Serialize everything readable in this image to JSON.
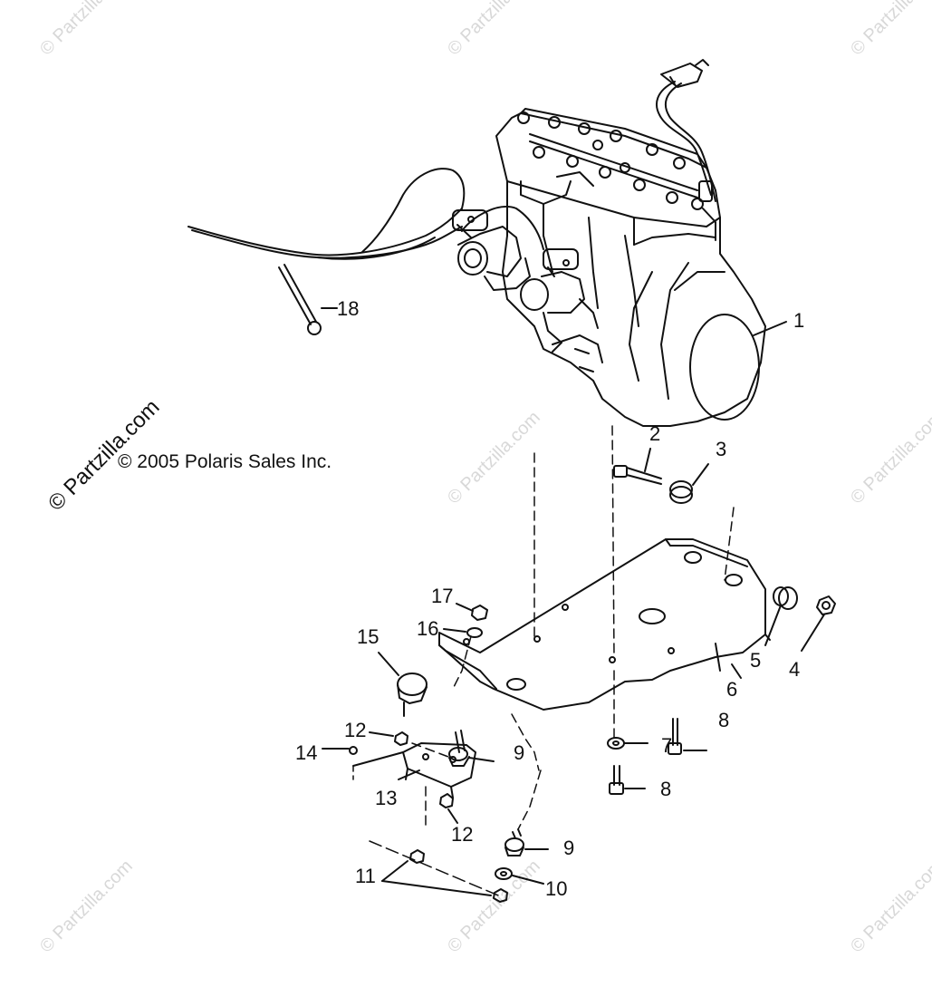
{
  "copyright": "© 2005 Polaris Sales Inc.",
  "watermark": "© Partzilla.com",
  "site_watermark": "© Partzilla.com",
  "callouts": {
    "c1": "1",
    "c2": "2",
    "c3": "3",
    "c4": "4",
    "c5": "5",
    "c6": "6",
    "c7": "7",
    "c8a": "8",
    "c8b": "8",
    "c9a": "9",
    "c9b": "9",
    "c10": "10",
    "c11": "11",
    "c12a": "12",
    "c12b": "12",
    "c13": "13",
    "c14": "14",
    "c15": "15",
    "c16": "16",
    "c17": "17",
    "c18": "18"
  },
  "colors": {
    "ink": "#111111",
    "watermark": "#d8d8d8"
  }
}
